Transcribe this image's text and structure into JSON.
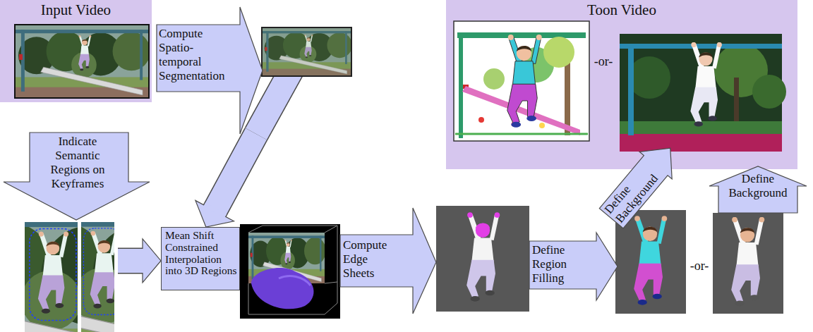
{
  "diagram": {
    "nodes": [
      {
        "text": [
          "Input Video"
        ]
      },
      {
        "text": [
          "Compute Spatio-temporal Segmentation"
        ]
      },
      {
        "text": [
          "Indicate Semantic Regions on Keyframes"
        ]
      },
      {
        "text": [
          "Mean Shift Constrained Interpolation into 3D Regions"
        ]
      },
      {
        "text": [
          "Compute Edge Sheets"
        ]
      },
      {
        "text": [
          "Define Region Filling"
        ]
      },
      {
        "text": [
          "Define Background"
        ]
      },
      {
        "text": [
          "Define Background"
        ]
      },
      {
        "text": [
          "Toon Video"
        ]
      }
    ],
    "edges": [
      {
        "from": 1,
        "to": 3,
        "arrow": "to"
      },
      {
        "from": 2,
        "to": 3,
        "arrow": "to"
      }
    ],
    "labels": [
      "-or-",
      "-or-"
    ]
  }
}
